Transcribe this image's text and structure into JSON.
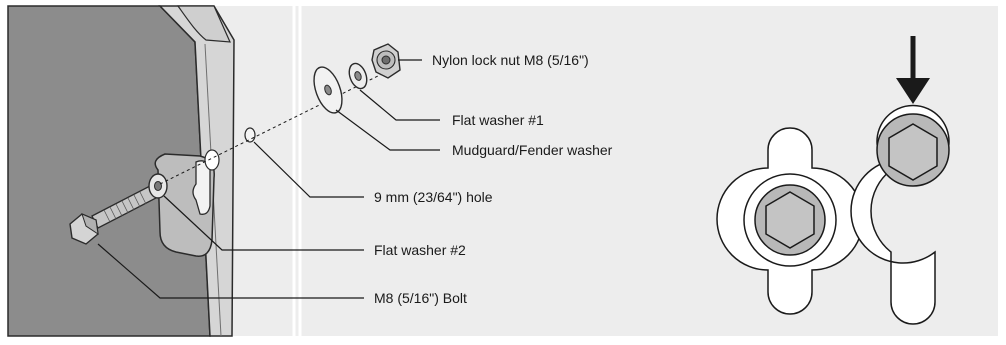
{
  "labels": {
    "lock_nut": "Nylon lock nut M8 (5/16\")",
    "flat_washer_1": "Flat washer #1",
    "fender_washer": "Mudguard/Fender washer",
    "hole": "9 mm (23/64\") hole",
    "flat_washer_2": "Flat washer #2",
    "bolt": "M8 (5/16\") Bolt"
  },
  "colors": {
    "panel_background": "#ededed",
    "door_face": "#8c8c8c",
    "door_edge": "#d6d6d6",
    "hardware_gray": "#b3b3b3",
    "line": "#1a1a1a"
  }
}
